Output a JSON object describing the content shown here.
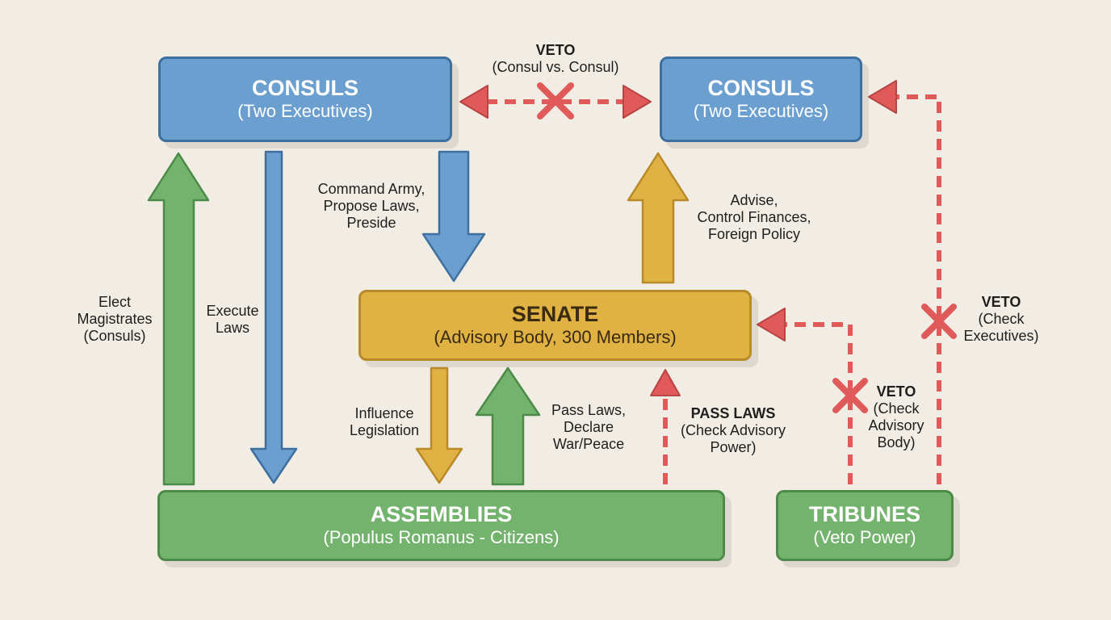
{
  "colors": {
    "background": "#f1ede5",
    "blue": "#6a9fcf",
    "gold": "#e0b244",
    "green": "#74b36e",
    "red": "#e05a5a"
  },
  "boxes": {
    "consuls_left": {
      "title": "CONSULS",
      "subtitle": "(Two Executives)"
    },
    "consuls_right": {
      "title": "CONSULS",
      "subtitle": "(Two Executives)"
    },
    "senate": {
      "title": "SENATE",
      "subtitle": "(Advisory Body, 300 Members)"
    },
    "assemblies": {
      "title": "ASSEMBLIES",
      "subtitle": "(Populus Romanus - Citizens)"
    },
    "tribunes": {
      "title": "TRIBUNES",
      "subtitle": "(Veto Power)"
    }
  },
  "labels": {
    "veto_consul": {
      "title": "VETO",
      "lines": [
        "(Consul vs. Consul)"
      ]
    },
    "consul_powers": {
      "lines": [
        "Command Army,",
        "Propose Laws,",
        "Preside"
      ]
    },
    "senate_powers": {
      "lines": [
        "Advise,",
        "Control Finances,",
        "Foreign Policy"
      ]
    },
    "elect": {
      "lines": [
        "Elect",
        "Magistrates",
        "(Consuls)"
      ]
    },
    "execute": {
      "lines": [
        "Execute",
        "Laws"
      ]
    },
    "influence": {
      "lines": [
        "Influence",
        "Legislation"
      ]
    },
    "pass_declare": {
      "lines": [
        "Pass Laws,",
        "Declare",
        "War/Peace"
      ]
    },
    "pass_laws_check": {
      "title": "PASS LAWS",
      "lines": [
        "(Check Advisory",
        "Power)"
      ]
    },
    "veto_senate": {
      "title": "VETO",
      "lines": [
        "(Check",
        "Advisory",
        "Body)"
      ]
    },
    "veto_exec": {
      "title": "VETO",
      "lines": [
        "(Check",
        "Executives)"
      ]
    }
  }
}
